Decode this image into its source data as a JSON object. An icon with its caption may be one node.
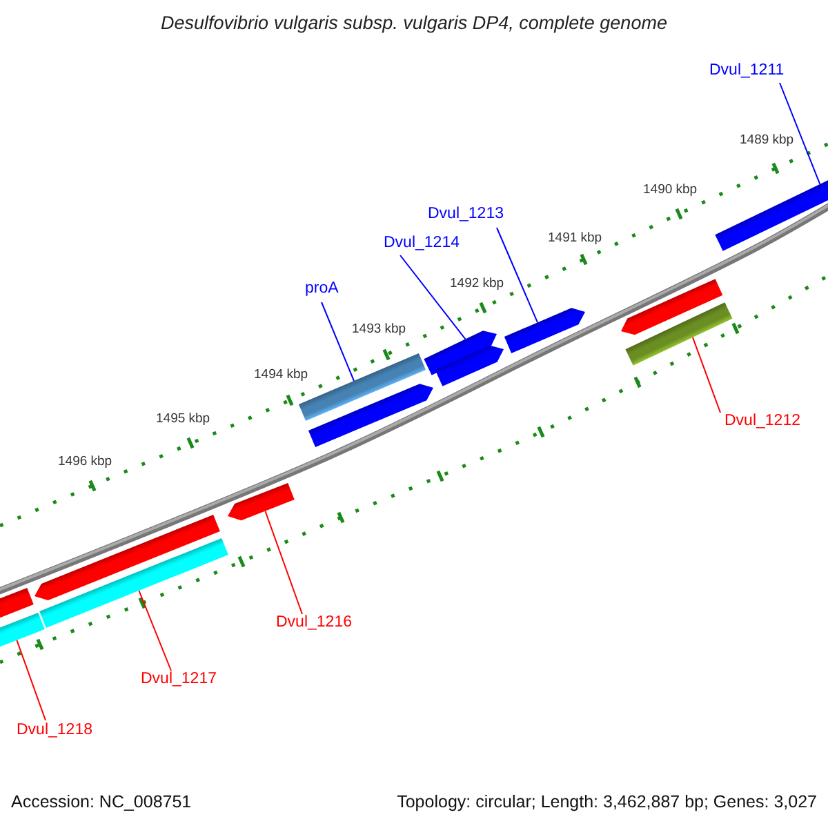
{
  "diagram": {
    "title": "Desulfovibrio vulgaris subsp. vulgaris DP4, complete genome",
    "nodes": [
      {
        "text": [
          "Dvul_1211"
        ]
      },
      {
        "text": [
          "Dvul_1213"
        ]
      },
      {
        "text": [
          "Dvul_1214"
        ]
      },
      {
        "text": [
          "proA"
        ]
      },
      {
        "text": [
          "Dvul_1212"
        ]
      },
      {
        "text": [
          "Dvul_1216"
        ]
      },
      {
        "text": [
          "Dvul_1217"
        ]
      },
      {
        "text": [
          "Dvul_1218"
        ]
      },
      {
        "text": [],
        "shape": "bar"
      },
      {
        "text": [],
        "shape": "bar"
      },
      {
        "text": [],
        "shape": "bar"
      },
      {
        "text": [],
        "shape": "bar"
      },
      {
        "text": [],
        "shape": "bar"
      },
      {
        "text": [],
        "shape": "bar"
      },
      {
        "text": [],
        "shape": "bar"
      },
      {
        "text": [],
        "shape": "bar"
      },
      {
        "text": [],
        "shape": "bar"
      },
      {
        "text": [],
        "shape": "bar"
      },
      {
        "text": [],
        "shape": "bar"
      },
      {
        "text": [],
        "shape": "bar"
      },
      {
        "text": [],
        "shape": "bar"
      }
    ],
    "edges": [
      {
        "from": 0,
        "to": 8,
        "arrow": "none"
      },
      {
        "from": 1,
        "to": 13,
        "arrow": "none"
      },
      {
        "from": 2,
        "to": 10,
        "arrow": "none"
      },
      {
        "from": 3,
        "to": 9,
        "arrow": "none"
      },
      {
        "from": 4,
        "to": 15,
        "arrow": "none",
        "color": "#ff0000"
      },
      {
        "from": 5,
        "to": 16,
        "arrow": "none",
        "color": "#ff0000"
      },
      {
        "from": 6,
        "to": 20,
        "arrow": "none",
        "color": "#ff0000"
      },
      {
        "from": 7,
        "to": 19,
        "arrow": "none",
        "color": "#ff0000"
      }
    ],
    "labels": [
      "1489 kbp",
      "1490 kbp",
      "1491 kbp",
      "1492 kbp",
      "1493 kbp",
      "1494 kbp",
      "1495 kbp",
      "1496 kbp",
      "Accession: NC_008751",
      "Topology: circular; Length: 3,462,887 bp; Genes: 3,027"
    ]
  }
}
